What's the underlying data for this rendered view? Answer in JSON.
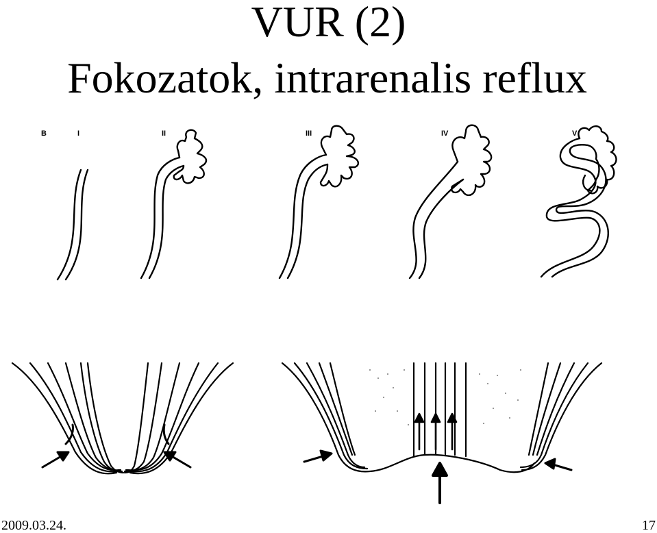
{
  "title_line1": "VUR (2)",
  "title_line2": "Fokozatok, intrarenalis reflux",
  "grades": [
    "B",
    "I",
    "II",
    "III",
    "IV",
    "V"
  ],
  "footer": {
    "date": "2009.03.24.",
    "page": "17"
  }
}
